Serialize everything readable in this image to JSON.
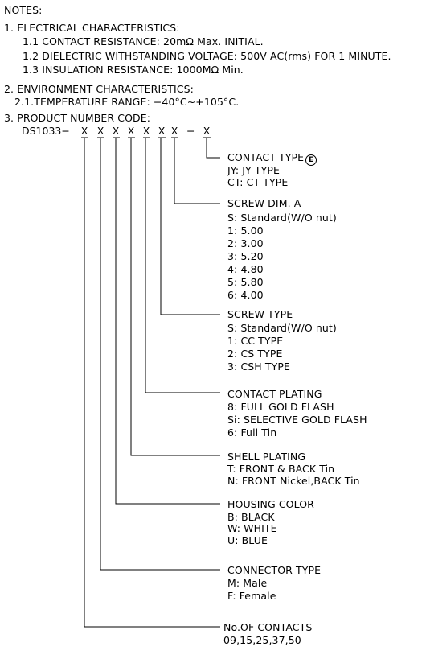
{
  "notes_title": "NOTES:",
  "electrical": {
    "heading": "1. ELECTRICAL CHARACTERISTICS:",
    "items": [
      "1.1 CONTACT RESISTANCE: 20mΩ Max. INITIAL.",
      "1.2 DIELECTRIC WITHSTANDING VOLTAGE: 500V AC(rms) FOR 1 MINUTE.",
      "1.3 INSULATION RESISTANCE: 1000MΩ Min."
    ]
  },
  "environment": {
    "heading": "2. ENVIRONMENT CHARACTERISTICS:",
    "items": [
      "2.1.TEMPERATURE RANGE: −40°C~+105°C."
    ]
  },
  "product_code": {
    "heading": "3. PRODUCT NUMBER CODE:",
    "prefix": "DS1033−",
    "placeholder": "X",
    "dash": "−"
  },
  "groups": [
    {
      "title": "CONTACT TYPE",
      "mark": "E",
      "options": [
        "JY: JY TYPE",
        "CT: CT TYPE"
      ]
    },
    {
      "title": "SCREW DIM. A",
      "options": [
        "S: Standard(W/O nut)",
        "1: 5.00",
        "2: 3.00",
        "3: 5.20",
        "4: 4.80",
        "5: 5.80",
        "6: 4.00"
      ]
    },
    {
      "title": "SCREW TYPE",
      "options": [
        "S: Standard(W/O nut)",
        "1: CC TYPE",
        "2: CS TYPE",
        "3: CSH TYPE"
      ]
    },
    {
      "title": "CONTACT PLATING",
      "options": [
        "8: FULL GOLD FLASH",
        "Si: SELECTIVE GOLD FLASH",
        "6: Full Tin"
      ]
    },
    {
      "title": "SHELL PLATING",
      "options": [
        "T: FRONT & BACK Tin",
        "N: FRONT Nickel,BACK Tin"
      ]
    },
    {
      "title": "HOUSING COLOR",
      "options": [
        "B: BLACK",
        "W: WHITE",
        "U: BLUE"
      ]
    },
    {
      "title": "CONNECTOR TYPE",
      "options": [
        "M: Male",
        "F: Female"
      ]
    },
    {
      "title": "No.OF CONTACTS",
      "options": [
        "09,15,25,37,50"
      ]
    }
  ]
}
